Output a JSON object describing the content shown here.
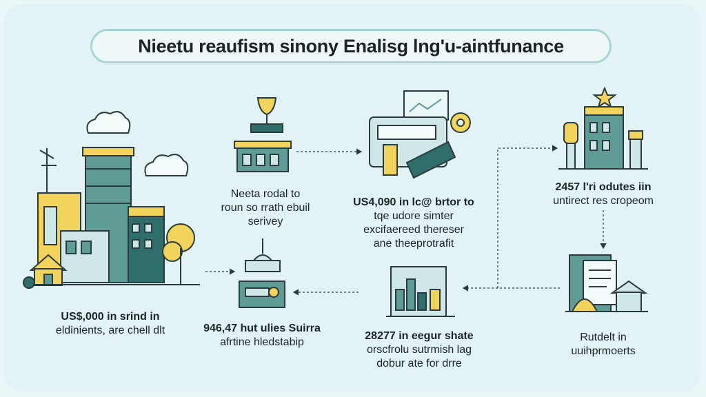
{
  "title": "Nieetu reaufism sinony Enalisg lng'u-aintfunance",
  "steps": [
    {
      "id": "s1",
      "lines": [
        "Neeta rodal to",
        "roun so rrath ebuil",
        "serivey"
      ]
    },
    {
      "id": "s2",
      "lines": [
        "US4,090 in lc@ brtor to",
        "tqe udore simter",
        "excifaereed thereser",
        "ane theeprotrafit"
      ]
    },
    {
      "id": "s3",
      "lines": [
        "2457 l'ri odutes iin",
        "untirect res cropeom"
      ]
    },
    {
      "id": "s4",
      "lines": [
        "US$,000 in srind in",
        "eldinients, are chell dlt"
      ]
    },
    {
      "id": "s5",
      "lines": [
        "946,47 hut ulies Suirra",
        "afrtine hledstabip"
      ]
    },
    {
      "id": "s6",
      "lines": [
        "28277 in eegur shate",
        "orscfrolu sutrmish lag",
        "dobur ate for drre"
      ]
    },
    {
      "id": "s7",
      "lines": [
        "Rutdelt in",
        "uuihprmoerts"
      ]
    }
  ],
  "colors": {
    "teal": "#5f9c95",
    "dark_teal": "#2f6e6a",
    "yellow": "#f2d35b",
    "outline": "#2b3a3c",
    "light": "#cfe7e6"
  }
}
